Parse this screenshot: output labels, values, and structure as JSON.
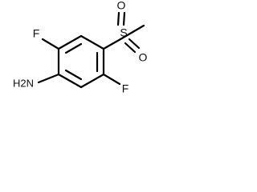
{
  "structure": {
    "atoms": {
      "f_top": "F",
      "f_bottom": "F",
      "s": "S",
      "o_top": "O",
      "o_right": "O",
      "nh2": "H2N"
    },
    "colors": {
      "bond": "#000000",
      "text": "#111111",
      "background": "#ffffff"
    }
  }
}
